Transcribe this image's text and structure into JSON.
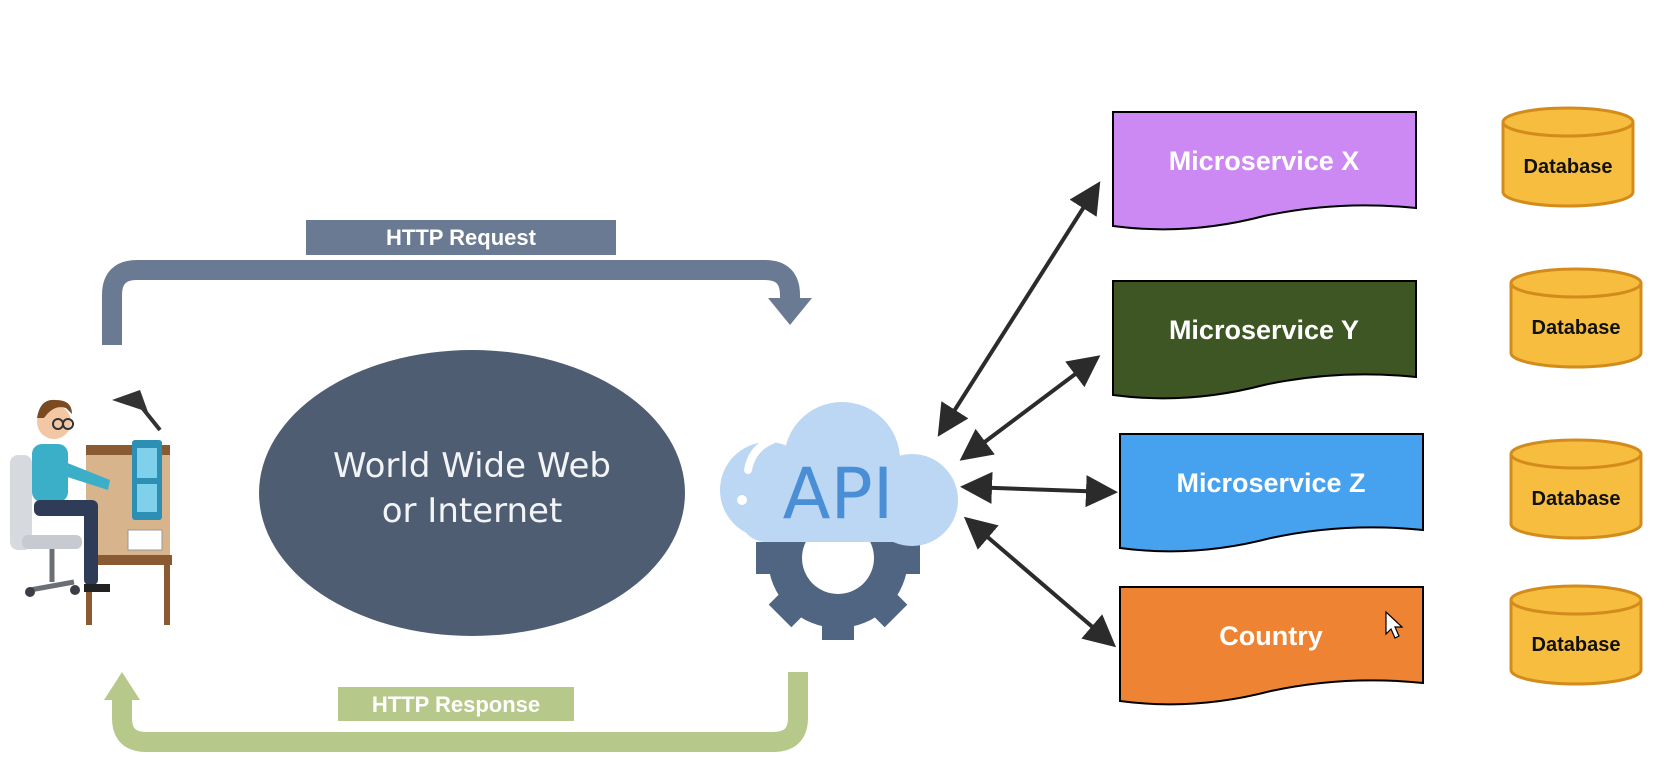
{
  "flow": {
    "request_label": "HTTP Request",
    "response_label": "HTTP Response",
    "request_color": "#6a7a92",
    "response_color": "#b7c98a"
  },
  "web": {
    "line1": "World Wide Web",
    "line2": "or Internet",
    "color": "#4f5d73"
  },
  "api": {
    "label": "API",
    "cloud_color": "#bcd7f3",
    "text_color": "#4a8fd6",
    "gear_color": "#4f6582"
  },
  "services": [
    {
      "label": "Microservice X",
      "color": "#cc88f3"
    },
    {
      "label": "Microservice Y",
      "color": "#3e5623"
    },
    {
      "label": "Microservice Z",
      "color": "#46a2ef"
    },
    {
      "label": "Country",
      "color": "#ee8433"
    }
  ],
  "databases": [
    {
      "label": "Database"
    },
    {
      "label": "Database"
    },
    {
      "label": "Database"
    },
    {
      "label": "Database"
    }
  ],
  "database_color": "#f6bd3e"
}
